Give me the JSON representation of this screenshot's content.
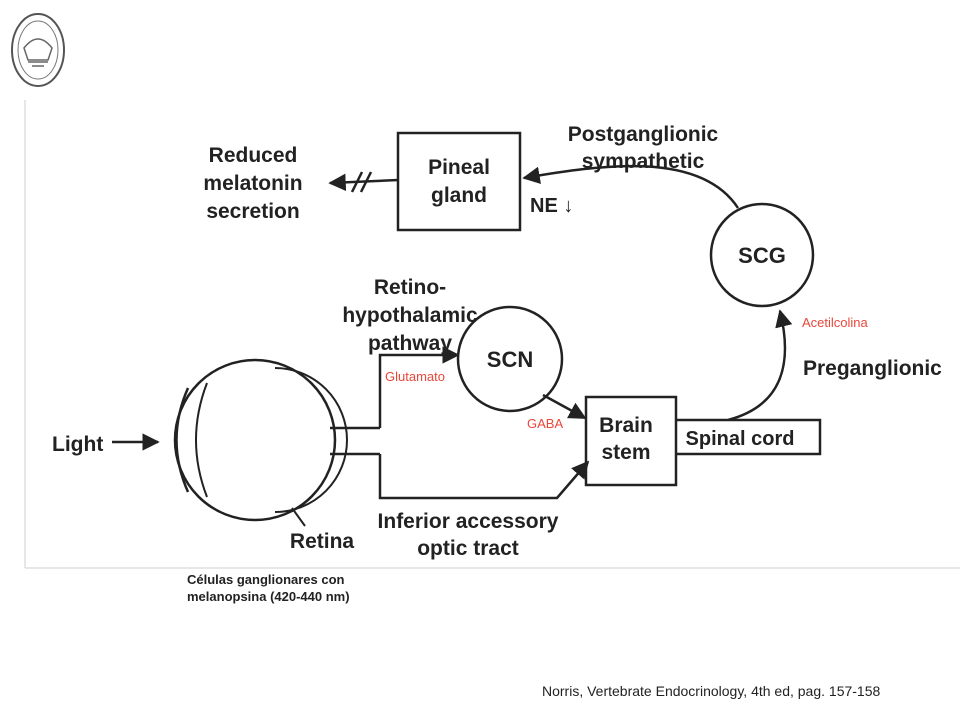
{
  "labels": {
    "reduced": [
      "Reduced",
      "melatonin",
      "secretion"
    ],
    "pineal": [
      "Pineal",
      "gland"
    ],
    "postganglionic": [
      "Postganglionic",
      "sympathetic"
    ],
    "ne": "NE ↓",
    "scg": "SCG",
    "acetilcolina": "Acetilcolina",
    "retino": [
      "Retino-",
      "hypothalamic",
      "pathway"
    ],
    "scn": "SCN",
    "glutamato": "Glutamato",
    "preganglionic": "Preganglionic",
    "gaba": "GABA",
    "brainstem": [
      "Brain",
      "stem"
    ],
    "spinal": "Spinal cord",
    "light": "Light",
    "retina": "Retina",
    "inferior": [
      "Inferior accessory",
      "optic tract"
    ]
  },
  "notes": {
    "ganglion_line1": "Células ganglionares  con",
    "ganglion_line2": "melanopsina (420-440 nm)",
    "citation": "Norris, Vertebrate Endocrinology, 4th ed,  pag. 157-158"
  },
  "colors": {
    "ink": "#222222",
    "annotation": "#e8473a",
    "frame": "#cfcfcf"
  },
  "icons": {
    "logo": "university-seal-icon"
  }
}
